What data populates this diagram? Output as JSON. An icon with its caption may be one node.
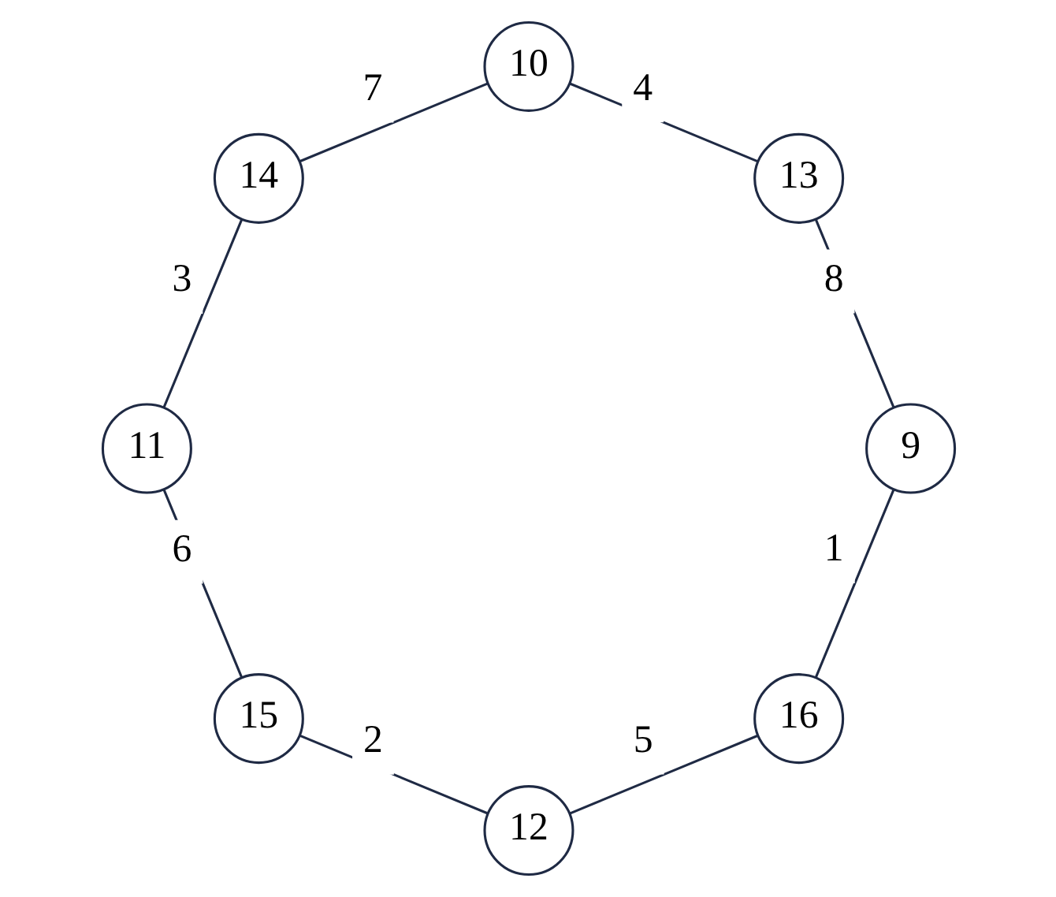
{
  "diagram": {
    "nodes": [
      {
        "text": [
          "16"
        ]
      },
      {
        "text": [
          "9"
        ]
      },
      {
        "text": [
          "12"
        ]
      },
      {
        "text": [
          "13"
        ]
      },
      {
        "text": [
          "15"
        ]
      },
      {
        "text": [
          "10"
        ]
      },
      {
        "text": [
          "11"
        ]
      },
      {
        "text": [
          "14"
        ]
      }
    ],
    "edges": [
      {
        "from": 1,
        "to": 0,
        "arrow": "none",
        "label": "1"
      },
      {
        "from": 0,
        "to": 2,
        "arrow": "none",
        "label": "5"
      },
      {
        "from": 2,
        "to": 4,
        "arrow": "none",
        "label": "2"
      },
      {
        "from": 4,
        "to": 6,
        "arrow": "none",
        "label": "6"
      },
      {
        "from": 6,
        "to": 7,
        "arrow": "none",
        "label": "3"
      },
      {
        "from": 7,
        "to": 5,
        "arrow": "none",
        "label": "7"
      },
      {
        "from": 5,
        "to": 3,
        "arrow": "none",
        "label": "4"
      },
      {
        "from": 3,
        "to": 1,
        "arrow": "none",
        "label": "8"
      }
    ]
  }
}
